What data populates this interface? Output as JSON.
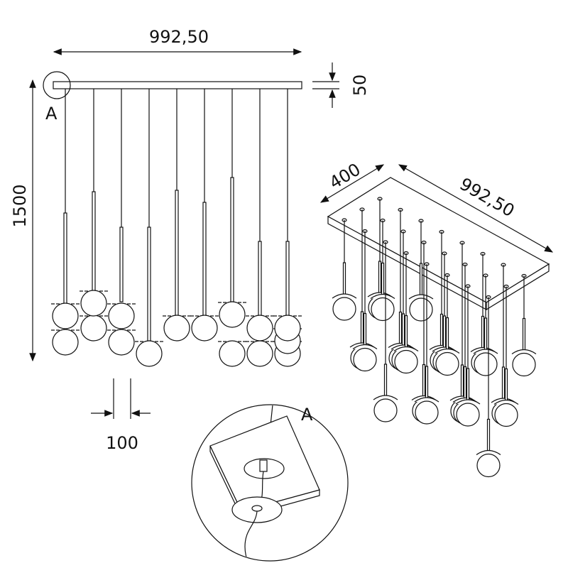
{
  "front_view": {
    "width_label": "992,50",
    "bar_height_label": "50",
    "height_label": "1500",
    "spacing_label": "100",
    "detail_marker": "A"
  },
  "iso_view": {
    "depth_label": "400",
    "width_label": "992,50"
  },
  "detail_view": {
    "label": "A"
  },
  "colors": {
    "line": "#111111",
    "background": "#ffffff"
  }
}
